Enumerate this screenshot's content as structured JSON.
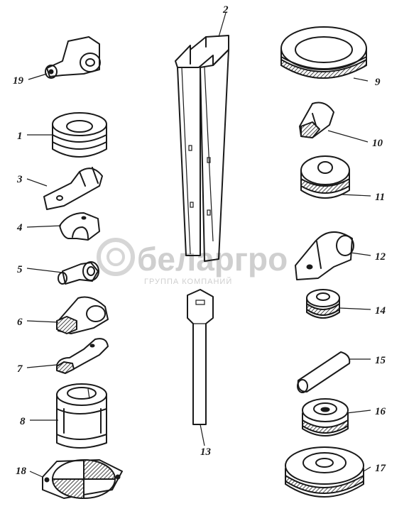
{
  "figure": {
    "labels": {
      "p1": "1",
      "p2": "2",
      "p3": "3",
      "p4": "4",
      "p5": "5",
      "p6": "6",
      "p7": "7",
      "p8": "8",
      "p9": "9",
      "p10": "10",
      "p11": "11",
      "p12": "12",
      "p13": "13",
      "p14": "14",
      "p15": "15",
      "p16": "16",
      "p17": "17",
      "p18": "18",
      "p19": "19"
    }
  },
  "watermark": {
    "brand": "беларгро",
    "subtitle": "ГРУППА КОМПАНИЙ",
    "color": "#cfcfcf"
  }
}
